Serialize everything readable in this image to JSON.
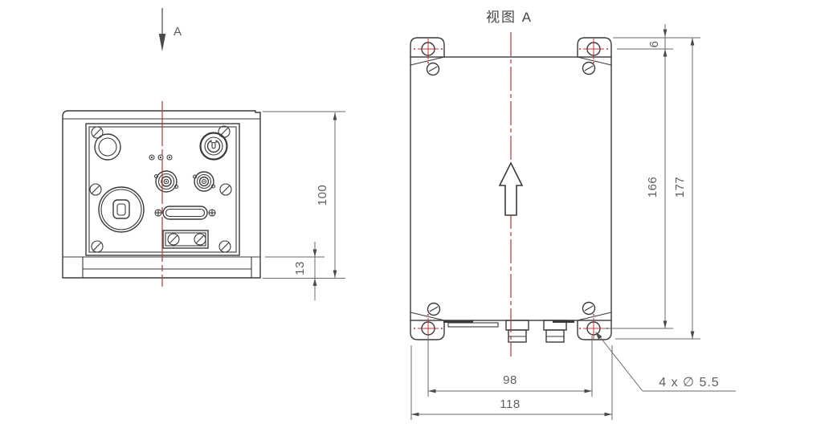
{
  "title": "视图 A",
  "section_arrow_label": "A",
  "dims": {
    "front_panel_height": "100",
    "front_flange_height": "13",
    "top_edge_to_hole": "6",
    "hole_span_vertical": "166",
    "overall_height": "177",
    "hole_span_horizontal": "98",
    "overall_width": "118"
  },
  "callouts": {
    "mounting_holes": "4 x ∅ 5.5"
  },
  "colors": {
    "outline": "#3a3a3a",
    "dimension_lines": "#6a6a6a",
    "dimension_text": "#5f5f5f",
    "centerline_red": "#b23a36",
    "hole_marker_red": "#c03636",
    "background": "#ffffff"
  }
}
